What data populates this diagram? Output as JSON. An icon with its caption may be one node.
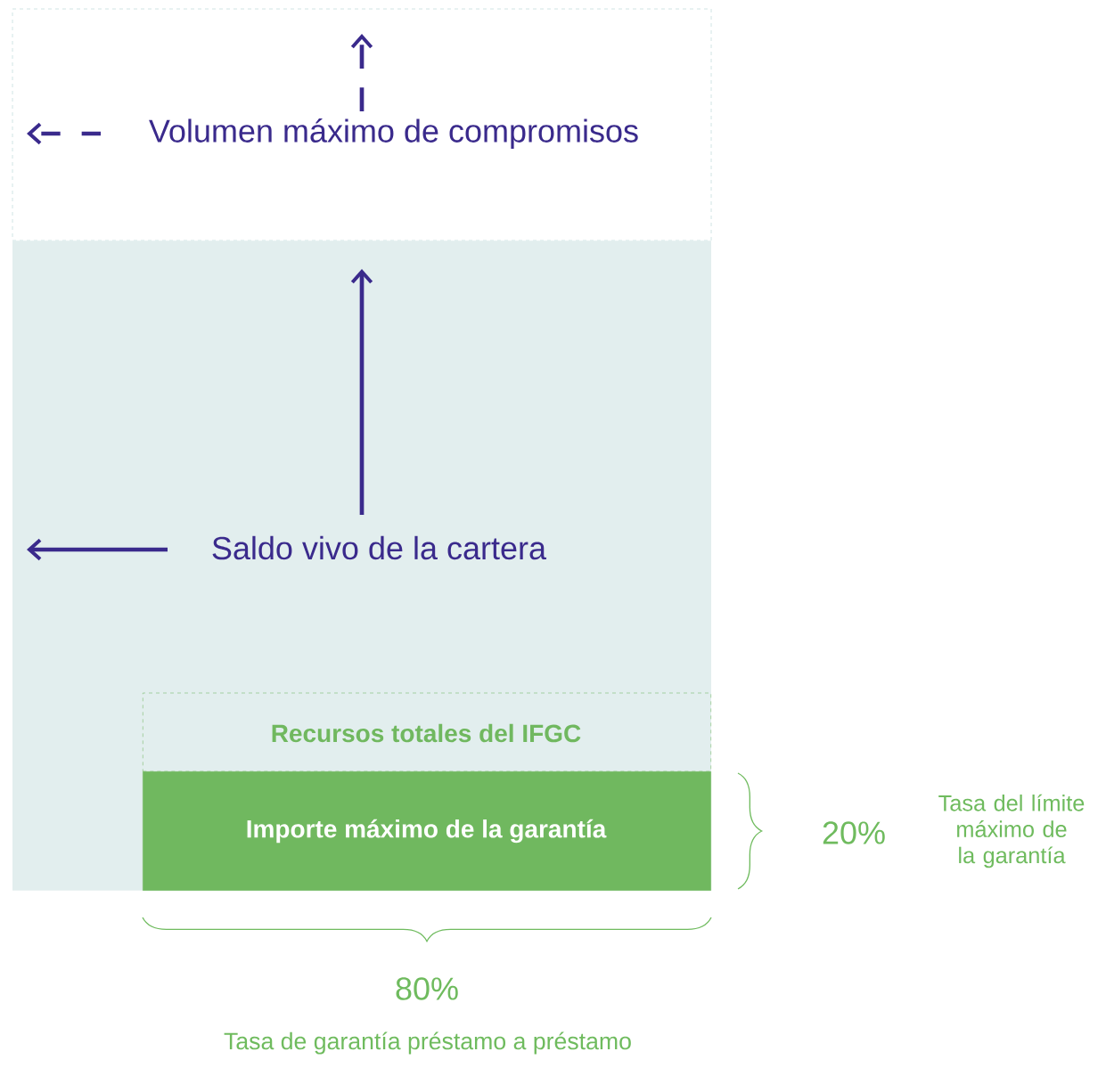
{
  "diagram": {
    "nodes": [
      {
        "text": [
          "Volumen máximo de compromisos"
        ]
      },
      {
        "text": [
          "Saldo vivo de la cartera"
        ]
      },
      {
        "text": [
          "Recursos totales del IFGC"
        ],
        "in": 1
      },
      {
        "text": [
          "Importe máximo de la garantía"
        ],
        "in": 1
      }
    ],
    "labels": [
      "20%",
      "Tasa del límite máximo de la garantía",
      "80%",
      "Tasa de garantía préstamo a préstamo"
    ]
  }
}
